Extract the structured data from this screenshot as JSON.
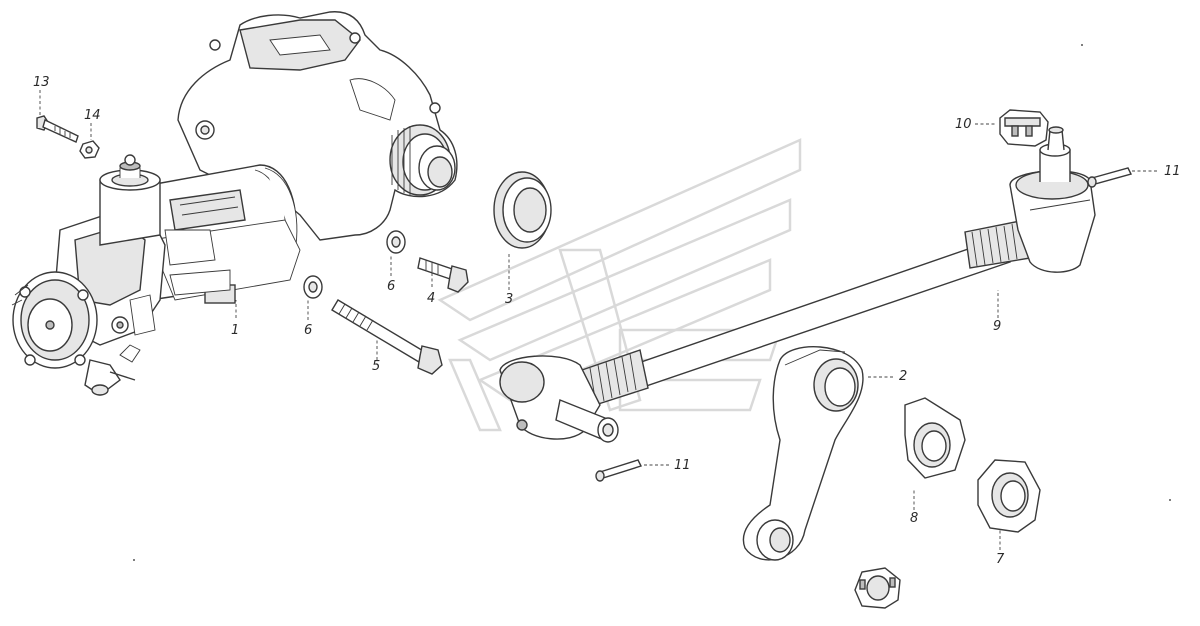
{
  "callouts": [
    {
      "id": "13",
      "text": "13"
    },
    {
      "id": "14",
      "text": "14"
    },
    {
      "id": "1",
      "text": "1"
    },
    {
      "id": "6a",
      "text": "6"
    },
    {
      "id": "6b",
      "text": "6"
    },
    {
      "id": "4",
      "text": "4"
    },
    {
      "id": "5",
      "text": "5"
    },
    {
      "id": "3",
      "text": "3"
    },
    {
      "id": "10",
      "text": "10"
    },
    {
      "id": "11a",
      "text": "11"
    },
    {
      "id": "11b",
      "text": "11"
    },
    {
      "id": "9",
      "text": "9"
    },
    {
      "id": "2",
      "text": "2"
    },
    {
      "id": "8",
      "text": "8"
    },
    {
      "id": "7",
      "text": "7"
    }
  ]
}
